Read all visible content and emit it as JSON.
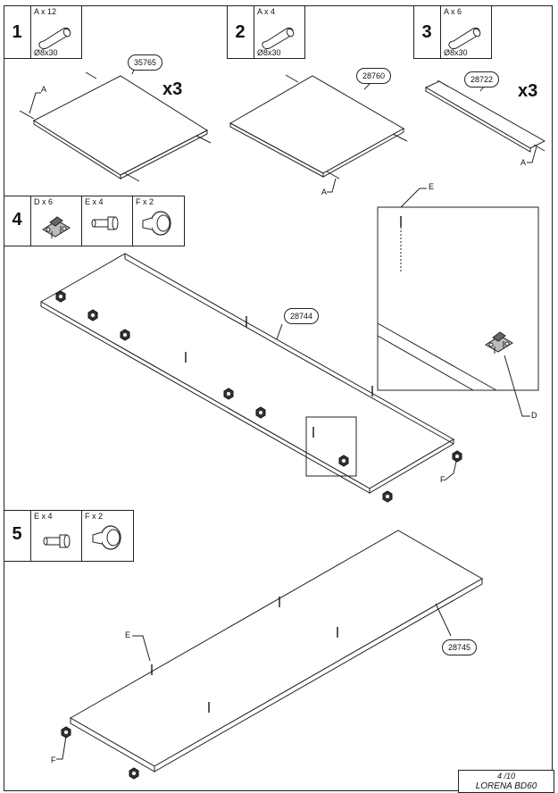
{
  "step1": {
    "number": "1",
    "part": {
      "qty": "A x 12",
      "size": "Ø8x30"
    },
    "panel": "35765",
    "multiplier": "x3",
    "callout": "A"
  },
  "step2": {
    "number": "2",
    "part": {
      "qty": "A x 4",
      "size": "Ø8x30"
    },
    "panel": "28760",
    "callout": "A"
  },
  "step3": {
    "number": "3",
    "part": {
      "qty": "A x 6",
      "size": "Ø8x30"
    },
    "panel": "28722",
    "multiplier": "x3",
    "callout": "A"
  },
  "step4": {
    "number": "4",
    "parts": [
      {
        "qty": "D x 6"
      },
      {
        "qty": "E x 4"
      },
      {
        "qty": "F x 2"
      }
    ],
    "panel": "28744",
    "callouts": {
      "e": "E",
      "d": "D",
      "f": "F"
    }
  },
  "step5": {
    "number": "5",
    "parts": [
      {
        "qty": "E x 4"
      },
      {
        "qty": "F x 2"
      }
    ],
    "panel": "28745",
    "callouts": {
      "e": "E",
      "f": "F"
    }
  },
  "footer": {
    "page": "4 /10",
    "product": "LORENA BD60"
  },
  "icons": [
    "dowel-icon",
    "hinge-plate-icon",
    "cam-bolt-icon",
    "cam-lock-icon"
  ]
}
